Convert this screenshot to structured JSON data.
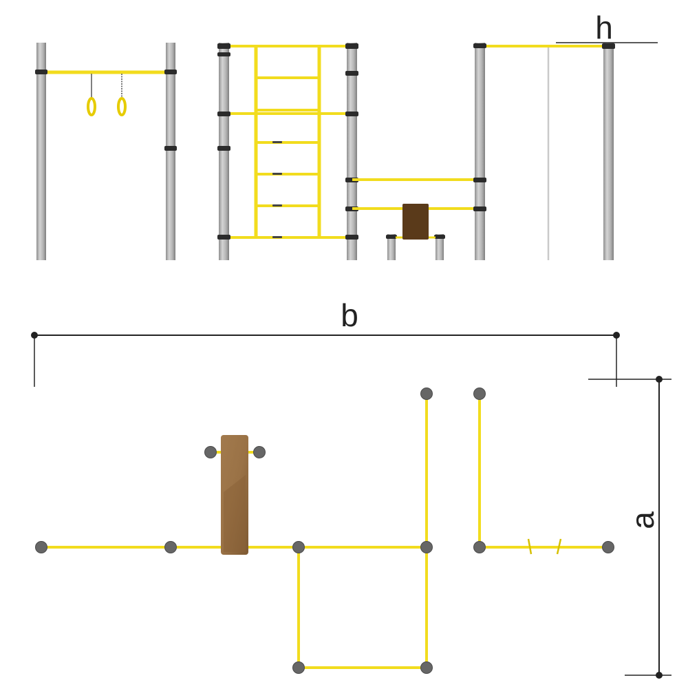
{
  "dimensions": {
    "height_label": "h",
    "width_label": "b",
    "depth_label": "a"
  },
  "colors": {
    "post": "#b3b3b3",
    "post_shade": "#8f8f8f",
    "clamp": "#2b2b2b",
    "bar": "#f2dc1e",
    "bar_outline": "#b9a300",
    "bench_front": "#5a3a1a",
    "bench_top": "#a57f52",
    "rope": "#c9c9c9",
    "node": "#666666",
    "dimension_line": "#222222"
  },
  "icons": {
    "rings": "gymnastic-rings-icon",
    "bench": "bench-icon",
    "rope": "climbing-rope-icon"
  }
}
